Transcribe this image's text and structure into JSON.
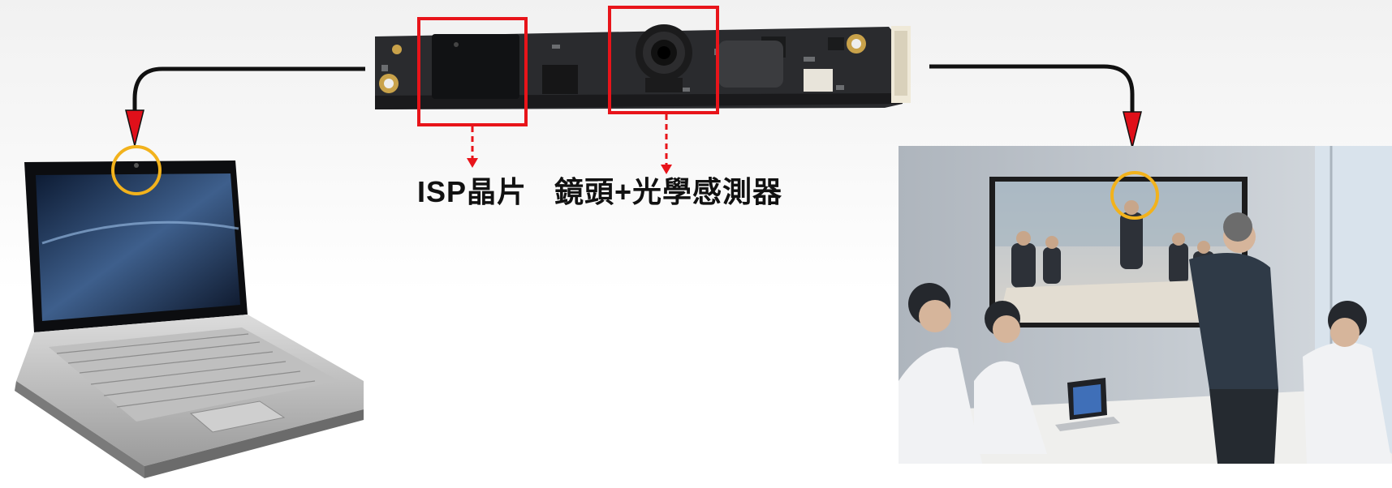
{
  "labels": {
    "isp_chip": "ISP晶片",
    "lens_sensor": "鏡頭+光學感測器"
  },
  "colors": {
    "highlight_box": "#e8141a",
    "highlight_circle": "#f2b21c",
    "arrow_line": "#111111",
    "arrow_head": "#e0101a",
    "pcb": "#2a2b2e"
  },
  "icons": [
    "camera-module-pcb",
    "laptop",
    "conference-room-display"
  ]
}
